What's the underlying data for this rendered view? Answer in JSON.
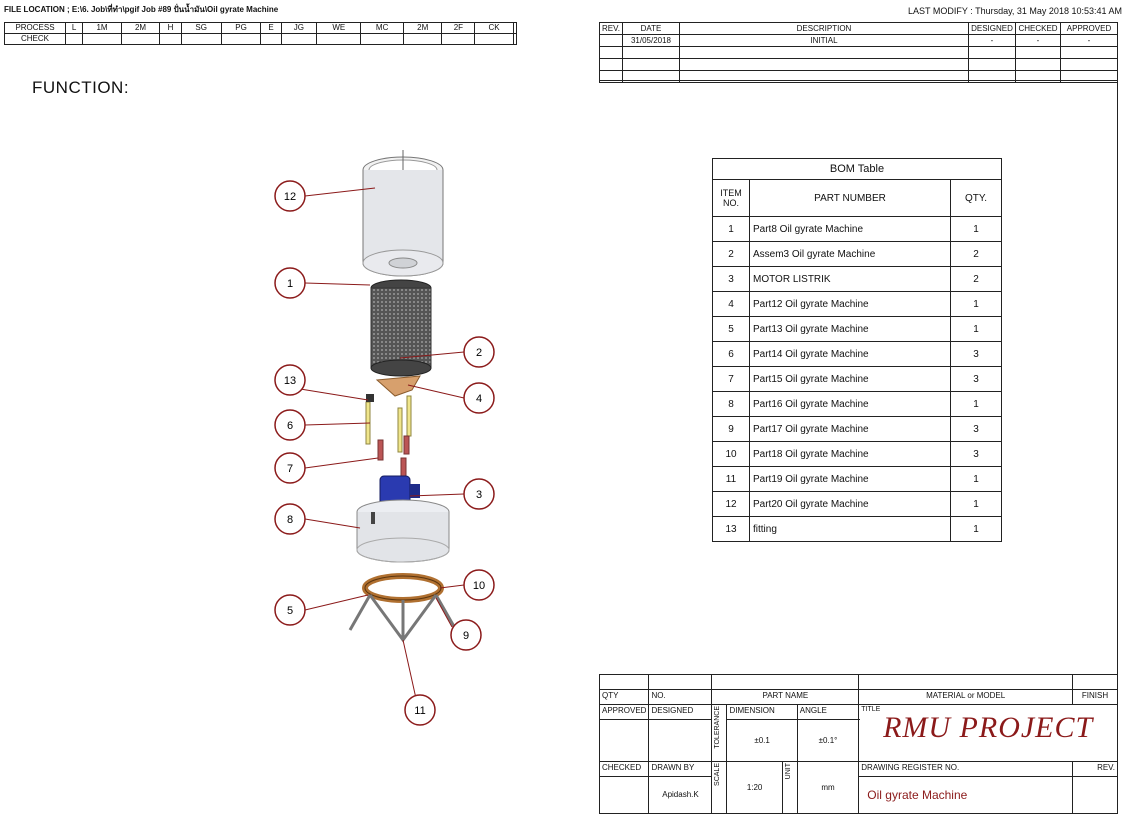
{
  "header": {
    "file_location": "FILE LOCATION ;  E:\\6. Job\\ที่ทำ\\pgif Job #89 ปั่นน้ำมัน\\Oil gyrate Machine",
    "last_modify": "LAST MODIFY  : Thursday, 31 May 2018 10:53:41 AM"
  },
  "process_table": {
    "row1_label": "PROCESS",
    "columns": [
      "L",
      "1M",
      "2M",
      "H",
      "SG",
      "PG",
      "E",
      "JG",
      "WE",
      "MC",
      "2M",
      "2F",
      "CK",
      ""
    ],
    "row2_label": "CHECK"
  },
  "revision_table": {
    "headers": [
      "REV.",
      "DATE",
      "DESCRIPTION",
      "DESIGNED",
      "CHECKED",
      "APPROVED"
    ],
    "row1": [
      "",
      "31/05/2018",
      "INITIAL",
      "-",
      "-",
      "-"
    ]
  },
  "function_label": "FUNCTION:",
  "bom": {
    "title": "BOM Table",
    "headers": [
      "ITEM NO.",
      "PART NUMBER",
      "QTY."
    ],
    "rows": [
      [
        "1",
        "Part8 Oil gyrate Machine",
        "1"
      ],
      [
        "2",
        "Assem3 Oil gyrate Machine",
        "2"
      ],
      [
        "3",
        "MOTOR LISTRIK",
        "2"
      ],
      [
        "4",
        "Part12 Oil gyrate Machine",
        "1"
      ],
      [
        "5",
        "Part13 Oil gyrate Machine",
        "1"
      ],
      [
        "6",
        "Part14 Oil gyrate Machine",
        "3"
      ],
      [
        "7",
        "Part15 Oil gyrate Machine",
        "3"
      ],
      [
        "8",
        "Part16 Oil gyrate Machine",
        "1"
      ],
      [
        "9",
        "Part17 Oil gyrate Machine",
        "3"
      ],
      [
        "10",
        "Part18 Oil gyrate Machine",
        "3"
      ],
      [
        "11",
        "Part19 Oil gyrate Machine",
        "1"
      ],
      [
        "12",
        "Part20 Oil gyrate Machine",
        "1"
      ],
      [
        "13",
        "fitting",
        "1"
      ]
    ]
  },
  "balloons": [
    "12",
    "1",
    "2",
    "13",
    "4",
    "6",
    "7",
    "3",
    "8",
    "10",
    "5",
    "9",
    "11"
  ],
  "title_block": {
    "qty": "QTY",
    "no": "NO.",
    "part_name": "PART NAME",
    "material": "MATERIAL or MODEL",
    "finish": "FINISH",
    "approved": "APPROVED",
    "designed": "DESIGNED",
    "tolerance": "TOLERANCE",
    "dimension": "DIMENSION",
    "angle": "ANGLE",
    "title_label": "TITLE",
    "dim_value": "±0.1",
    "angle_value": "±0.1°",
    "project": "RMU PROJECT",
    "checked": "CHECKED",
    "drawn_by": "DRAWN BY",
    "drawn_by_value": "Apidash.K",
    "scale_label": "SCALE",
    "scale_value": "1:20",
    "unit_label": "UNIT",
    "unit_value": "mm",
    "register_label": "DRAWING REGISTER NO.",
    "rev_label": "REV.",
    "drawing_name": "Oil gyrate Machine"
  }
}
